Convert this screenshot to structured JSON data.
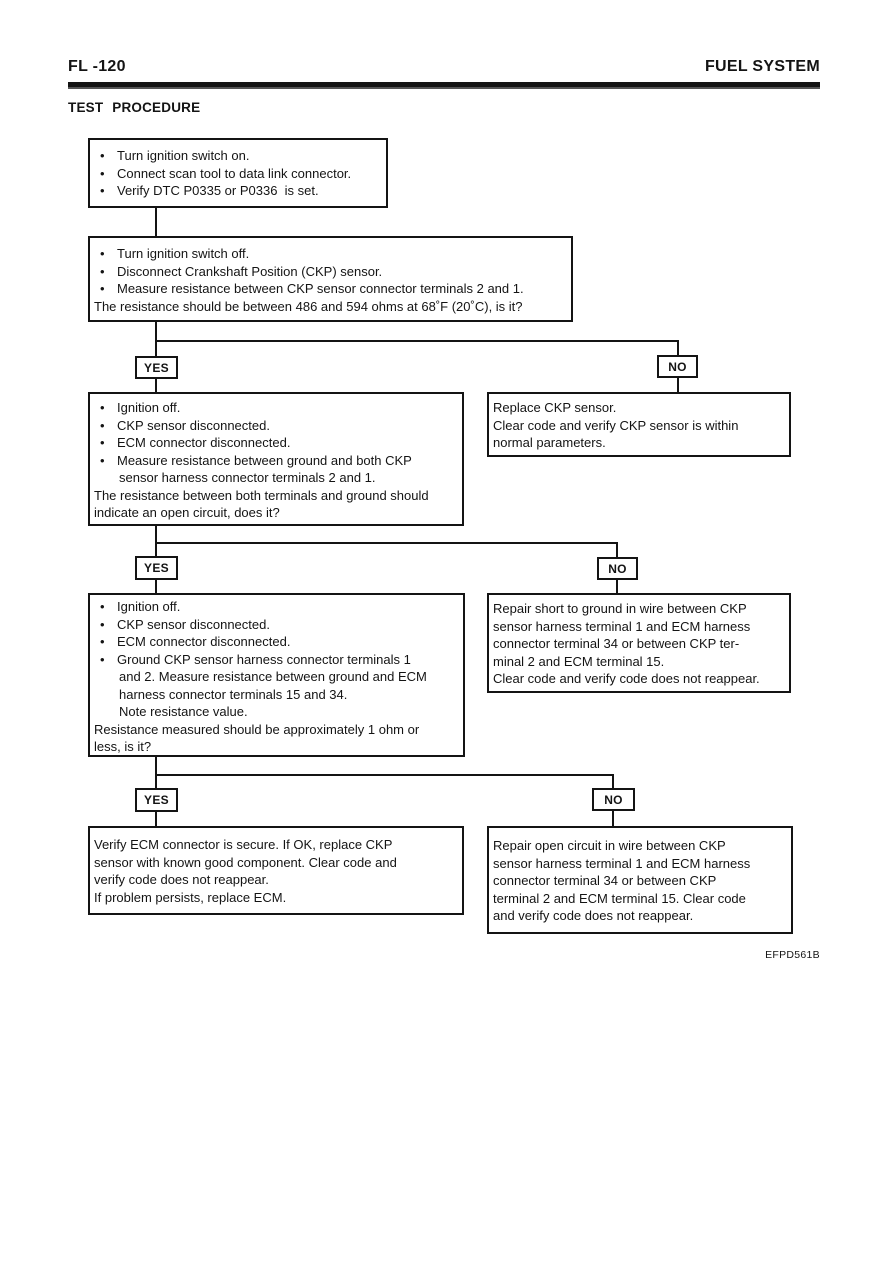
{
  "header": {
    "page_number": "FL -120",
    "section_title": "FUEL SYSTEM",
    "procedure_heading": "TEST PROCEDURE"
  },
  "footer": {
    "figure_code": "EFPD561B"
  },
  "flowchart": {
    "labels": {
      "yes": "YES",
      "no": "NO"
    },
    "box1": {
      "lines": [
        {
          "t": "Turn ignition switch on.",
          "b": 1,
          "i": 1
        },
        {
          "t": "Connect scan tool to data link connector.",
          "b": 1,
          "i": 1
        },
        {
          "t": "Verify DTC P0335 or P0336  is set.",
          "b": 1,
          "i": 1
        }
      ]
    },
    "box2": {
      "lines": [
        {
          "t": "Turn ignition switch off.",
          "b": 1,
          "i": 1
        },
        {
          "t": "Disconnect Crankshaft Position (CKP) sensor.",
          "b": 1,
          "i": 1
        },
        {
          "t": "Measure resistance between CKP sensor connector terminals 2 and 1.",
          "b": 1,
          "i": 1
        },
        {
          "t": "The resistance should be between 486 and 594 ohms at 68˚F (20˚C), is it?",
          "b": 0,
          "i": 0
        }
      ]
    },
    "box3": {
      "lines": [
        {
          "t": "Ignition off.",
          "b": 1,
          "i": 1
        },
        {
          "t": "CKP sensor disconnected.",
          "b": 1,
          "i": 1
        },
        {
          "t": "ECM connector disconnected.",
          "b": 1,
          "i": 1
        },
        {
          "t": "Measure resistance between ground and both CKP",
          "b": 1,
          "i": 1
        },
        {
          "t": "sensor harness connector terminals 2 and 1.",
          "b": 0,
          "i": 2
        },
        {
          "t": "The resistance between both terminals and ground should",
          "b": 0,
          "i": 0
        },
        {
          "t": "indicate an open circuit, does it?",
          "b": 0,
          "i": 0
        }
      ]
    },
    "box4": {
      "lines": [
        {
          "t": "Replace CKP sensor.",
          "b": 0,
          "i": 0
        },
        {
          "t": "Clear code and verify CKP sensor is within",
          "b": 0,
          "i": 0
        },
        {
          "t": "normal parameters.",
          "b": 0,
          "i": 0
        }
      ]
    },
    "box5": {
      "lines": [
        {
          "t": "Ignition off.",
          "b": 1,
          "i": 1
        },
        {
          "t": "CKP sensor disconnected.",
          "b": 1,
          "i": 1
        },
        {
          "t": "ECM connector disconnected.",
          "b": 1,
          "i": 1
        },
        {
          "t": "Ground CKP sensor harness connector terminals 1",
          "b": 1,
          "i": 1
        },
        {
          "t": "and 2. Measure resistance between ground and ECM",
          "b": 0,
          "i": 2
        },
        {
          "t": "harness connector terminals 15 and 34.",
          "b": 0,
          "i": 2
        },
        {
          "t": "Note resistance value.",
          "b": 0,
          "i": 2
        },
        {
          "t": "Resistance measured should be approximately 1 ohm or",
          "b": 0,
          "i": 0
        },
        {
          "t": "less, is it?",
          "b": 0,
          "i": 0
        }
      ]
    },
    "box6": {
      "lines": [
        {
          "t": "Repair short to ground in wire between CKP",
          "b": 0,
          "i": 0
        },
        {
          "t": "sensor harness terminal 1 and ECM harness",
          "b": 0,
          "i": 0
        },
        {
          "t": "connector terminal 34 or between CKP ter-",
          "b": 0,
          "i": 0
        },
        {
          "t": "minal 2 and ECM terminal 15.",
          "b": 0,
          "i": 0
        },
        {
          "t": "Clear code and verify code does not reappear.",
          "b": 0,
          "i": 0
        }
      ]
    },
    "box7": {
      "lines": [
        {
          "t": "Verify ECM connector is secure. If OK, replace CKP",
          "b": 0,
          "i": 0
        },
        {
          "t": "sensor with known good component. Clear code and",
          "b": 0,
          "i": 0
        },
        {
          "t": "verify code does not reappear.",
          "b": 0,
          "i": 0
        },
        {
          "t": "If problem persists, replace ECM.",
          "b": 0,
          "i": 0
        }
      ]
    },
    "box8": {
      "lines": [
        {
          "t": "Repair open circuit in wire between CKP",
          "b": 0,
          "i": 0
        },
        {
          "t": "sensor harness terminal 1 and ECM harness",
          "b": 0,
          "i": 0
        },
        {
          "t": "connector terminal 34 or between CKP",
          "b": 0,
          "i": 0
        },
        {
          "t": "terminal 2 and ECM terminal 15. Clear code",
          "b": 0,
          "i": 0
        },
        {
          "t": "and verify code does not reappear.",
          "b": 0,
          "i": 0
        }
      ]
    }
  }
}
